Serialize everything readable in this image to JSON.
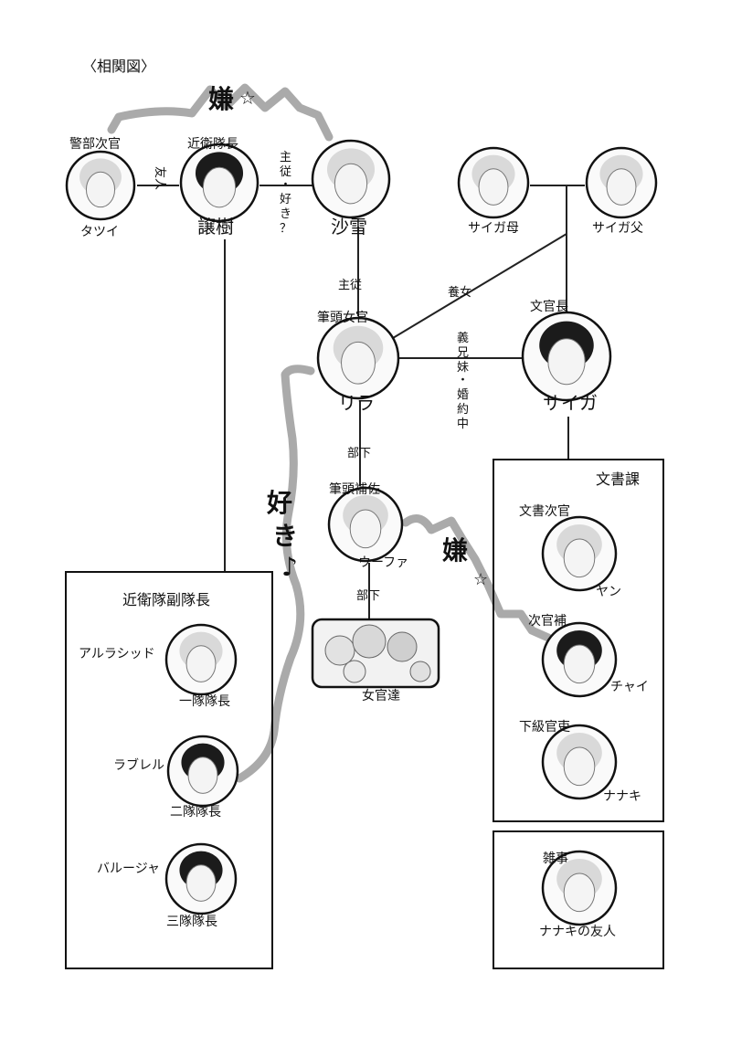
{
  "title": "〈相関図〉",
  "characters": {
    "tatsui": {
      "role": "警部次官",
      "name": "タツイ"
    },
    "jouju": {
      "role": "近衛隊長",
      "name": "譲樹"
    },
    "sayuki": {
      "role": "",
      "name": "沙雪"
    },
    "saiga_mother": {
      "role": "",
      "name": "サイガ母"
    },
    "saiga_father": {
      "role": "",
      "name": "サイガ父"
    },
    "lira": {
      "role": "筆頭女官",
      "name": "リラ"
    },
    "saiga": {
      "role": "文官長",
      "name": "サイガ"
    },
    "wufa": {
      "role": "筆頭補佐",
      "name": "ウーファ"
    },
    "nyokan": {
      "role": "",
      "name": "女官達"
    },
    "arurashid": {
      "role": "一隊隊長",
      "name": "アルラシッド"
    },
    "raburel": {
      "role": "二隊隊長",
      "name": "ラブレル"
    },
    "baruja": {
      "role": "三隊隊長",
      "name": "バルージャ"
    },
    "yan": {
      "role": "文書次官",
      "name": "ヤン"
    },
    "chai": {
      "role": "次官補",
      "name": "チャイ"
    },
    "nanaki": {
      "role": "下級官吏",
      "name": "ナナキ"
    },
    "nanaki_friend": {
      "role": "雑事",
      "name": "ナナキの友人"
    }
  },
  "groups": {
    "guard": "近衛隊副隊長",
    "documents": "文書課"
  },
  "relations": {
    "friend": "友人",
    "master_servant_like": [
      "主",
      "従",
      "・",
      "好",
      "き",
      "？"
    ],
    "master_servant": "主従",
    "adopted": "養女",
    "sibling_fiance": [
      "義",
      "兄",
      "妹",
      "・",
      "婚",
      "約",
      "中"
    ],
    "subordinate1": "部下",
    "subordinate2": "部下"
  },
  "annotations": {
    "dislike1": "嫌",
    "dislike2": "嫌",
    "like": [
      "好",
      "き",
      "♪"
    ]
  }
}
